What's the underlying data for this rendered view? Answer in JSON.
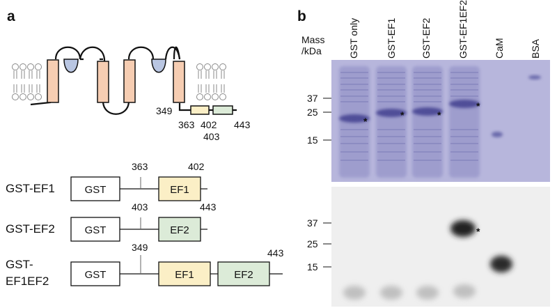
{
  "panel_a": {
    "label": "a",
    "topology": {
      "residue_labels": [
        "349",
        "363",
        "402",
        "403",
        "443"
      ]
    },
    "constructs": [
      {
        "name": "GST-EF1",
        "gst": "GST",
        "domains": [
          "EF1"
        ],
        "numbers": [
          "363",
          "402"
        ]
      },
      {
        "name": "GST-EF2",
        "gst": "GST",
        "domains": [
          "EF2"
        ],
        "numbers": [
          "403",
          "443"
        ]
      },
      {
        "name_line1": "GST-",
        "name_line2": "EF1EF2",
        "gst": "GST",
        "domains": [
          "EF1",
          "EF2"
        ],
        "numbers": [
          "349",
          "443"
        ]
      }
    ],
    "colors": {
      "tm_helix": "#f6cdb2",
      "loop": "#b9c6e2",
      "ef1": "#fbefc6",
      "ef2": "#dcebd8"
    }
  },
  "panel_b": {
    "label": "b",
    "mass_label_line1": "Mass",
    "mass_label_line2": "/kDa",
    "lanes": [
      "GST only",
      "GST-EF1",
      "GST-EF2",
      "GST-EF1EF2",
      "CaM",
      "BSA"
    ],
    "gel_markers": [
      "37",
      "25",
      "15"
    ],
    "blot_markers": [
      "37",
      "25",
      "15"
    ],
    "asterisk": "*",
    "colors": {
      "gel": "#b7b6dc",
      "band": "#6b6aab",
      "blot": "#efefef"
    }
  }
}
